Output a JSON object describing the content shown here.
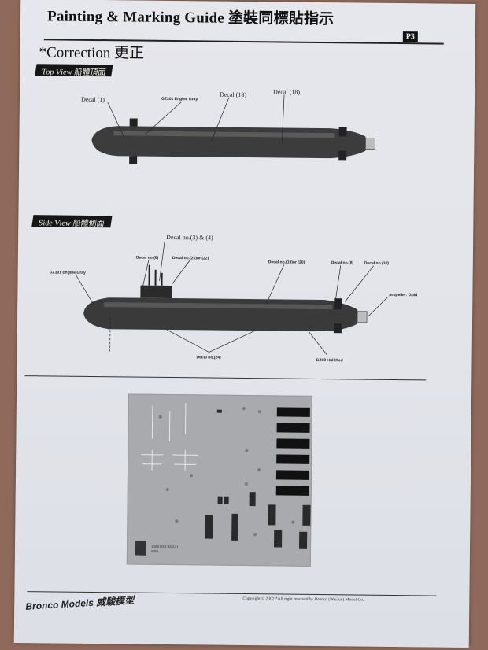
{
  "header": {
    "title": "Painting & Marking Guide 塗裝同標貼指示",
    "page_badge": "P3",
    "correction": "*Correction 更正"
  },
  "top_view": {
    "heading": "Top View 船體頂面",
    "callouts": [
      "Decal (1)",
      "GZ301 Engine Gray",
      "Decal (18)",
      "Decal (18)"
    ]
  },
  "side_view": {
    "heading": "Side View 船體側面",
    "callouts": [
      "Decal no.(3) & (4)",
      "GZ301 Engine Gray",
      "Decal no.(6)",
      "Decal no.(21)or (22)",
      "Decal no.(19)or (20)",
      "Decal no.(8)",
      "Decal no.(10)",
      "propeller: Gold",
      "Decal no.(24)",
      "GZ08 Hull Red"
    ]
  },
  "footer": {
    "brand": "Bronco Models 威駿模型",
    "copyright": "Copyright © 2002  *All right reserved by Bronco (WeiJun) Model Co."
  },
  "colors": {
    "paper": "#e4e6eb",
    "ink": "#111111",
    "background": "#8f6a5c",
    "hull": "#3a3a3a"
  }
}
